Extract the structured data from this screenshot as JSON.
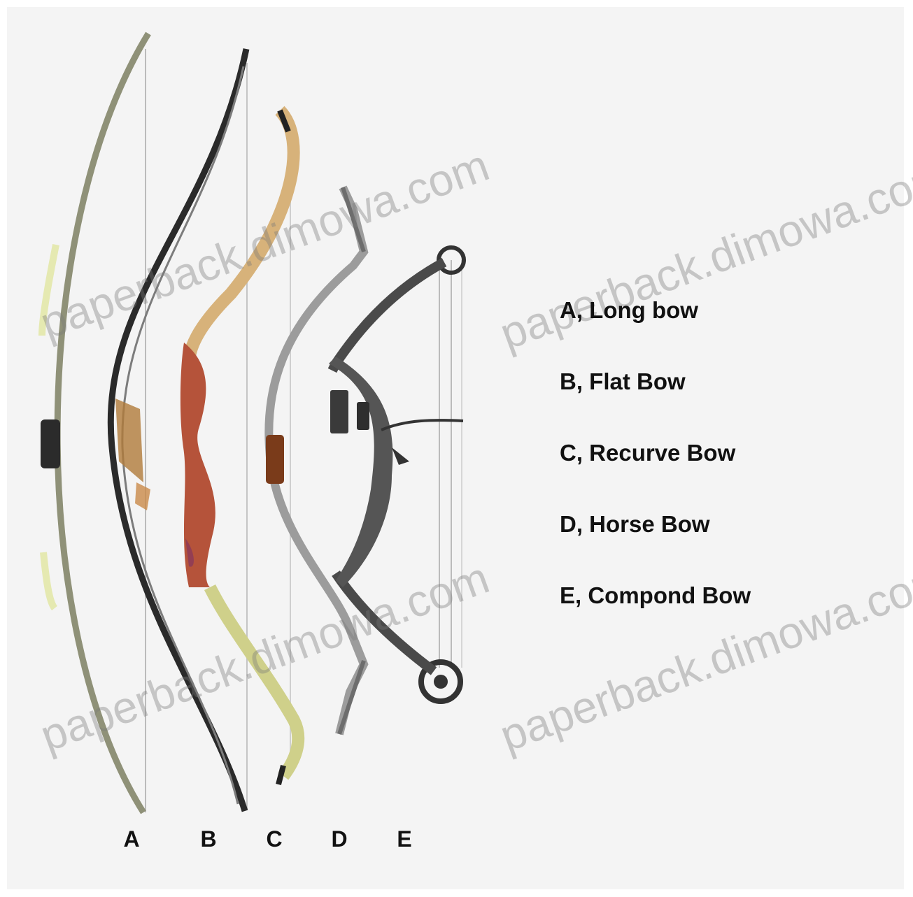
{
  "legend": [
    "A, Long bow",
    "B, Flat Bow",
    "C, Recurve Bow",
    "D, Horse Bow",
    "E, Compond Bow"
  ],
  "letters": [
    "A",
    "B",
    "C",
    "D",
    "E"
  ],
  "watermark": "paperback.dimowa.com",
  "colors": {
    "background": "#f4f4f4",
    "longbow_limb": "#8f9178",
    "flatbow_limb": "#2a2a2a",
    "recurve_riser": "#b5533a",
    "recurve_limb": "#d7b27a",
    "horsebow_limb": "#9c9c9c",
    "compound_body": "#4a4a4a"
  }
}
